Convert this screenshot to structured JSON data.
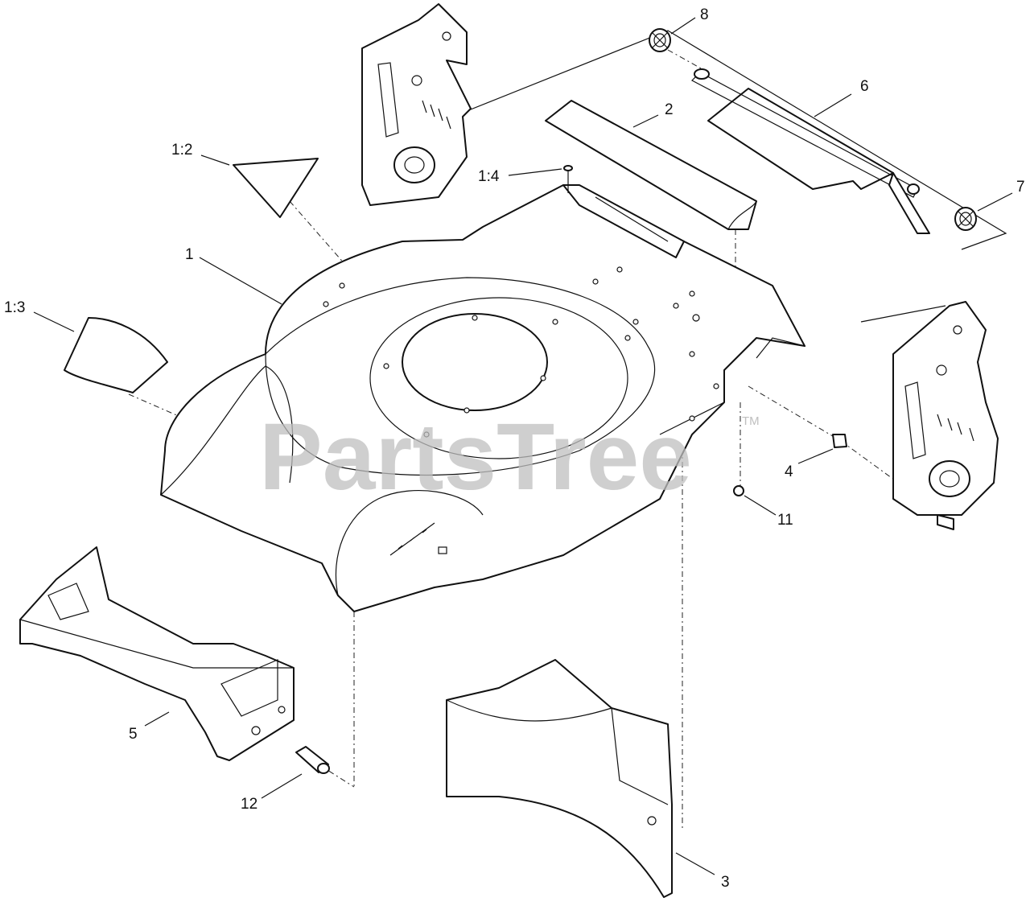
{
  "watermark": {
    "text": "PartsTree",
    "trademark": "TM"
  },
  "callouts": {
    "c1": "1",
    "c1_2": "1:2",
    "c1_3": "1:3",
    "c1_4": "1:4",
    "c2": "2",
    "c3": "3",
    "c4": "4",
    "c5": "5",
    "c6": "6",
    "c7": "7",
    "c8": "8",
    "c11": "11",
    "c12": "12"
  }
}
